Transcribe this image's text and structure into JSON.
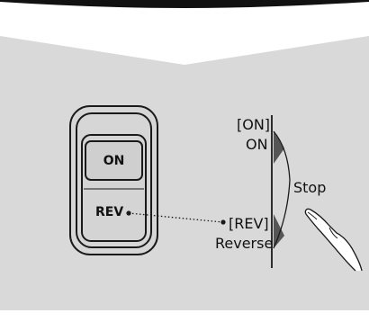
{
  "switch": {
    "on_label": "ON",
    "rev_label": "REV"
  },
  "indicator": {
    "on_bracket": "[ON]",
    "on_text": "ON",
    "stop_text": "Stop",
    "rev_bracket": "[REV]",
    "rev_text": "Reverse"
  },
  "colors": {
    "panel": "#d9d9d9",
    "page_background": "#ffffff",
    "top_bar": "#111111",
    "outline": "#1a1a1a",
    "button_fill": "#cfcfcf",
    "lever_shade": "#555555"
  },
  "icons": {
    "pointer": "hand-finger-pointing-icon",
    "leader": "dotted-leader-line"
  }
}
